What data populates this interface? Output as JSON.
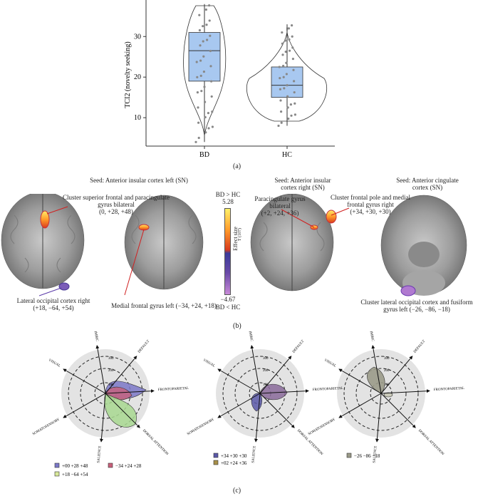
{
  "panel_a": {
    "tag": "(a)",
    "ylabel": "TCI2 (novelty seeking)",
    "yticks": [
      "10",
      "20",
      "30"
    ],
    "xticks": [
      "BD",
      "HC"
    ]
  },
  "panel_b": {
    "tag": "(b)",
    "seed1": "Seed: Anterior insular cortex left (SN)",
    "seed2": "Seed: Anterior insular cortex right (SN)",
    "seed3": "Seed: Anterior cingulate cortex (SN)",
    "label_cluster_sup_frontal": "Cluster superior frontal and paracingulate gyrus bilateral",
    "coord_cluster_sup_frontal": "(0, +28, +48)",
    "label_lateral_occipital": "Lateral occipital cortex right",
    "coord_lateral_occipital": "(+18, −64, +54)",
    "label_medial_frontal": "Medial frontal gyrus left (−34, +24, +18)",
    "label_paracingulate": "Paracingulate gyrus bilateral",
    "coord_paracingulate": "(+2, +24, +36)",
    "label_frontal_pole": "Cluster frontal pole and medial frontal gyrus right",
    "coord_frontal_pole": "(+34, +30, +30)",
    "label_lateral_occipital_fusiform": "Cluster lateral occipital cortex and fusiform gyrus left (−26, −86, −18)",
    "colorbar_top": "BD > HC",
    "colorbar_max": "5.28",
    "colorbar_min": "−4.67",
    "colorbar_bottom": "BD < HC",
    "colorbar_title": "Effect size",
    "colorbar_sub": "T (107)"
  },
  "panel_c": {
    "tag": "(c)",
    "axes": [
      "LIMBIC",
      "DEFAULT",
      "FRONTOPARIETAL",
      "DORSAL ATTENTION",
      "SALIENCE",
      "SOMATOSENSORY",
      "VISUAL"
    ],
    "ring_labels": [
      "100",
      "200",
      "300"
    ],
    "legend1": [
      "+00 +28 +48",
      "−34 +24 +28",
      "+18 −64 +54"
    ],
    "legend2": [
      "+34 +30 +30",
      "+02 +24 +36"
    ],
    "legend3": [
      "−26 −86 −18"
    ],
    "colors": {
      "blue": "#7b78c8",
      "pink": "#c8607a",
      "green": "#a8d890",
      "olive": "#a8904a",
      "gray": "#9a9a88"
    }
  },
  "chart_data": {
    "type": "box",
    "categories": [
      "BD",
      "HC"
    ],
    "ylabel": "TCI2 (novelty seeking)",
    "ylim": [
      3,
      39
    ],
    "series": [
      {
        "name": "BD",
        "min": 4,
        "q1": 19,
        "median": 26.5,
        "q3": 31,
        "max": 38
      },
      {
        "name": "HC",
        "min": 8,
        "q1": 15,
        "median": 18,
        "q3": 22.5,
        "max": 33
      }
    ]
  }
}
